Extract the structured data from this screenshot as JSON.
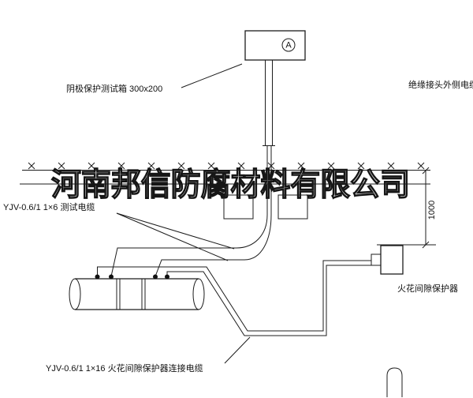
{
  "drawing": {
    "background": "#ffffff",
    "line_color": "#1c1c1c",
    "labels": {
      "test_box": "阴极保护测试箱 300x200",
      "outer_cable": "绝缘接头外侧电缆",
      "test_cable": "YJV-0.6/1 1×6  测试电缆",
      "spark_gap": "火花间隙保护器",
      "spark_gap_cable": "YJV-0.6/1 1×16  火花间隙保护器连接电缆",
      "dimension_1000": "1000",
      "ammeter": "A"
    },
    "watermark": "河南邦信防腐材料有限公司"
  }
}
